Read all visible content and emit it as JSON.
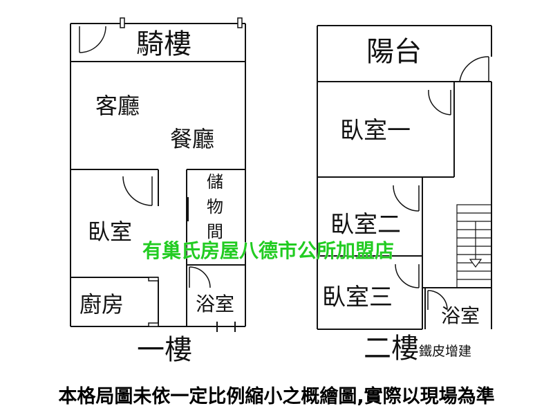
{
  "floor1": {
    "caption": "一樓",
    "rooms": {
      "arcade": "騎樓",
      "living_room": "客廳",
      "dining_room": "餐廳",
      "storage": [
        "儲",
        "物",
        "間"
      ],
      "bedroom": "臥室",
      "kitchen": "廚房",
      "bathroom": "浴室"
    }
  },
  "floor2": {
    "caption": "二樓",
    "note": "鐵皮增建",
    "rooms": {
      "balcony": "陽台",
      "bedroom_1": "臥室一",
      "bedroom_2": "臥室二",
      "bedroom_3": "臥室三",
      "bathroom": "浴室"
    }
  },
  "watermark": "有巢氏房屋八德市公所加盟店",
  "disclaimer": "本格局圖未依一定比例縮小之概繪圖,實際以現場為準",
  "colors": {
    "wall": "#111111",
    "watermark": "#22cc22",
    "background": "#ffffff"
  }
}
